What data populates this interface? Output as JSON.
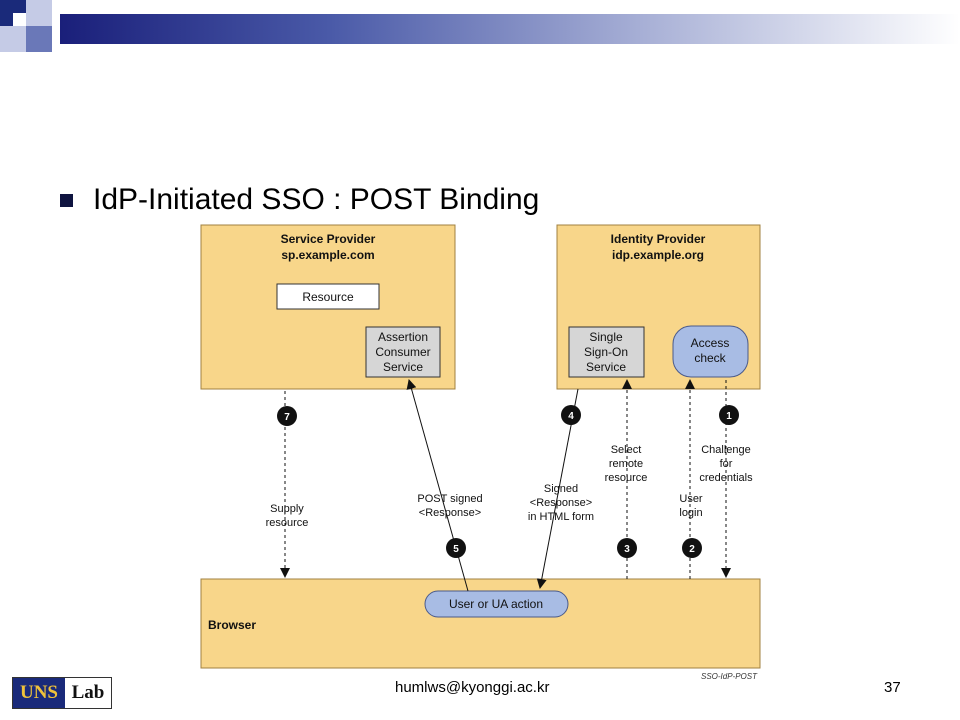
{
  "slide": {
    "title": "IdP-Initiated SSO : POST Binding",
    "footer_email": "humlws@kyonggi.ac.kr",
    "page_number": "37",
    "logo_left": "UNS",
    "logo_right": "Lab"
  },
  "diagram": {
    "sp_title_1": "Service Provider",
    "sp_title_2": "sp.example.com",
    "resource": "Resource",
    "acs_1": "Assertion",
    "acs_2": "Consumer",
    "acs_3": "Service",
    "idp_title_1": "Identity Provider",
    "idp_title_2": "idp.example.org",
    "sso_1": "Single",
    "sso_2": "Sign-On",
    "sso_3": "Service",
    "access_1": "Access",
    "access_2": "check",
    "browser": "Browser",
    "user_action": "User or UA action",
    "caption": "SSO-IdP-POST",
    "steps": [
      {
        "num": "1",
        "label_lines": [
          "Challenge",
          "for",
          "credentials"
        ]
      },
      {
        "num": "2",
        "label_lines": [
          "User",
          "login"
        ]
      },
      {
        "num": "3",
        "label_lines": [
          "Select",
          "remote",
          "resource"
        ]
      },
      {
        "num": "4",
        "label_lines": [
          "Signed",
          "<Response>",
          "in HTML form"
        ]
      },
      {
        "num": "5",
        "label_lines": [
          "POST signed",
          "<Response>"
        ]
      },
      {
        "num": "7",
        "label_lines": [
          "Supply",
          "resource"
        ]
      }
    ]
  },
  "colors": {
    "box_fill": "#f8d68a",
    "box_stroke": "#a08040",
    "service_fill": "#d6d6d6",
    "pill_fill": "#a8bce4",
    "pill_stroke": "#4a5a8a",
    "badge_fill": "#111111"
  }
}
